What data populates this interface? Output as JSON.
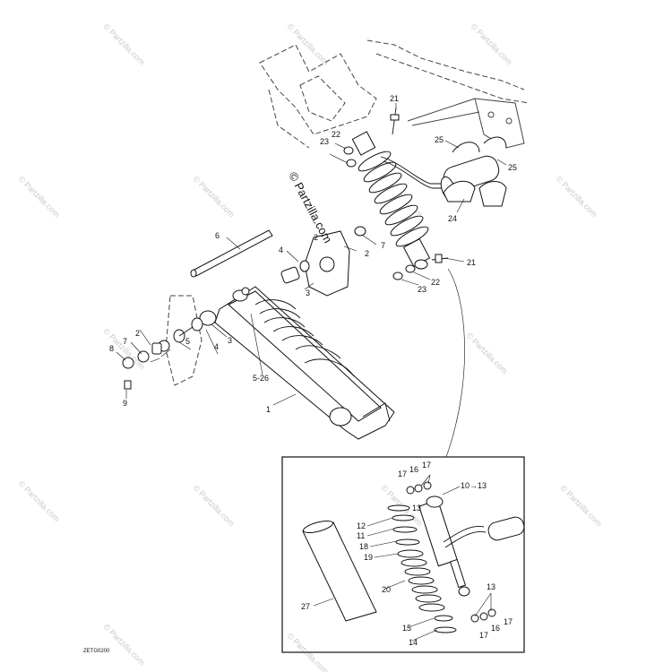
{
  "copyright": "© Partzilla.com",
  "watermarks": [
    "© Partzilla.com",
    "© Partzilla.com",
    "© Partzilla.com",
    "© Partzilla.com",
    "© Partzilla.com",
    "© Partzilla.com",
    "© Partzilla.com",
    "© Partzilla.com",
    "© Partzilla.com",
    "© Partzilla.com",
    "© Partzilla.com",
    "© Partzilla.com",
    "© Partzilla.com",
    "© Partzilla.com",
    "© Partzilla.com",
    "© Partzilla.com"
  ],
  "diagram_code": "ZETG0200",
  "callouts": [
    "21",
    "22",
    "23",
    "25",
    "25",
    "24",
    "6",
    "4",
    "2",
    "7",
    "2",
    "21",
    "3",
    "22",
    "23",
    "8",
    "7",
    "2",
    "5",
    "4",
    "3",
    "5-26",
    "1",
    "9",
    "17",
    "16",
    "17",
    "13",
    "10→13",
    "12",
    "11",
    "18",
    "19",
    "20",
    "27",
    "13",
    "15",
    "16",
    "17",
    "17",
    "14"
  ]
}
